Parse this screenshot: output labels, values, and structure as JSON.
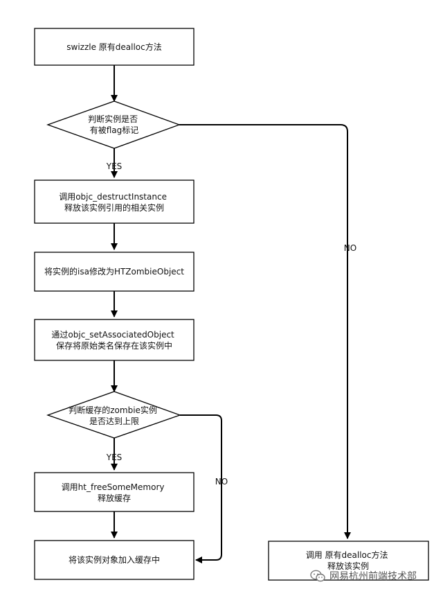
{
  "nodes": {
    "swizzle": {
      "lines": [
        "swizzle 原有dealloc方法"
      ]
    },
    "check_flag": {
      "lines": [
        "判断实例是否",
        "有被flag标记"
      ]
    },
    "destruct": {
      "lines": [
        "调用objc_destructInstance",
        "释放该实例引用的相关实例"
      ]
    },
    "modify_isa": {
      "lines": [
        "将实例的isa修改为HTZombieObject"
      ]
    },
    "associate": {
      "lines": [
        "通过objc_setAssociatedObject",
        "保存将原始类名保存在该实例中"
      ]
    },
    "check_limit": {
      "lines": [
        "判断缓存的zombie实例",
        "是否达到上限"
      ]
    },
    "free_memory": {
      "lines": [
        "调用ht_freeSomeMemory",
        "释放缓存"
      ]
    },
    "add_cache": {
      "lines": [
        "将该实例对象加入缓存中"
      ]
    },
    "call_dealloc": {
      "lines": [
        "调用 原有dealloc方法",
        "释放该实例"
      ]
    }
  },
  "edges": {
    "flag_yes": "YES",
    "flag_no": "NO",
    "limit_yes": "YES",
    "limit_no": "NO"
  },
  "watermark": {
    "icon": "wechat-icon",
    "text": "网易杭州前端技术部"
  }
}
